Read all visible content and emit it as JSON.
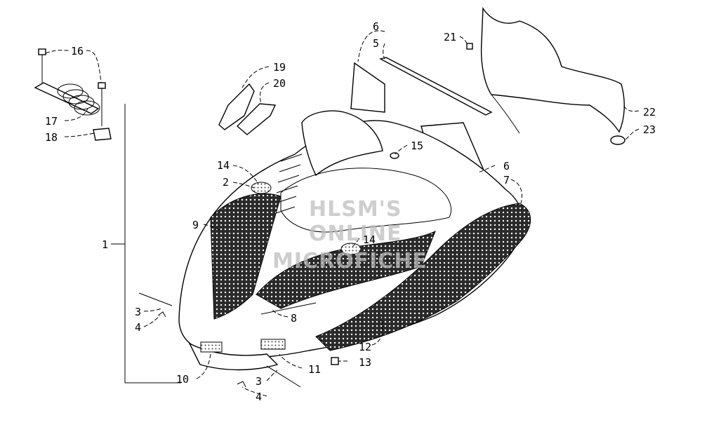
{
  "watermark": {
    "line1": "HLSM'S",
    "line2": "ONLINE",
    "line3": "MICROFICHE"
  },
  "callouts": [
    {
      "id": "c1",
      "text": "1"
    },
    {
      "id": "c2",
      "text": "2"
    },
    {
      "id": "c3a",
      "text": "3"
    },
    {
      "id": "c4a",
      "text": "4"
    },
    {
      "id": "c3b",
      "text": "3"
    },
    {
      "id": "c4b",
      "text": "4"
    },
    {
      "id": "c5",
      "text": "5"
    },
    {
      "id": "c6a",
      "text": "6"
    },
    {
      "id": "c6b",
      "text": "6"
    },
    {
      "id": "c7",
      "text": "7"
    },
    {
      "id": "c8",
      "text": "8"
    },
    {
      "id": "c9",
      "text": "9"
    },
    {
      "id": "c10",
      "text": "10"
    },
    {
      "id": "c11",
      "text": "11"
    },
    {
      "id": "c12",
      "text": "12"
    },
    {
      "id": "c13",
      "text": "13"
    },
    {
      "id": "c14a",
      "text": "14"
    },
    {
      "id": "c14b",
      "text": "14"
    },
    {
      "id": "c15",
      "text": "15"
    },
    {
      "id": "c16",
      "text": "16"
    },
    {
      "id": "c17",
      "text": "17"
    },
    {
      "id": "c18",
      "text": "18"
    },
    {
      "id": "c19",
      "text": "19"
    },
    {
      "id": "c20",
      "text": "20"
    },
    {
      "id": "c21",
      "text": "21"
    },
    {
      "id": "c22",
      "text": "22"
    },
    {
      "id": "c23",
      "text": "23"
    }
  ],
  "colors": {
    "line": "#000000",
    "decal_dark": "#1a1a1a",
    "decal_mid": "#6e6e6e",
    "watermark": "#bdbdbd"
  }
}
